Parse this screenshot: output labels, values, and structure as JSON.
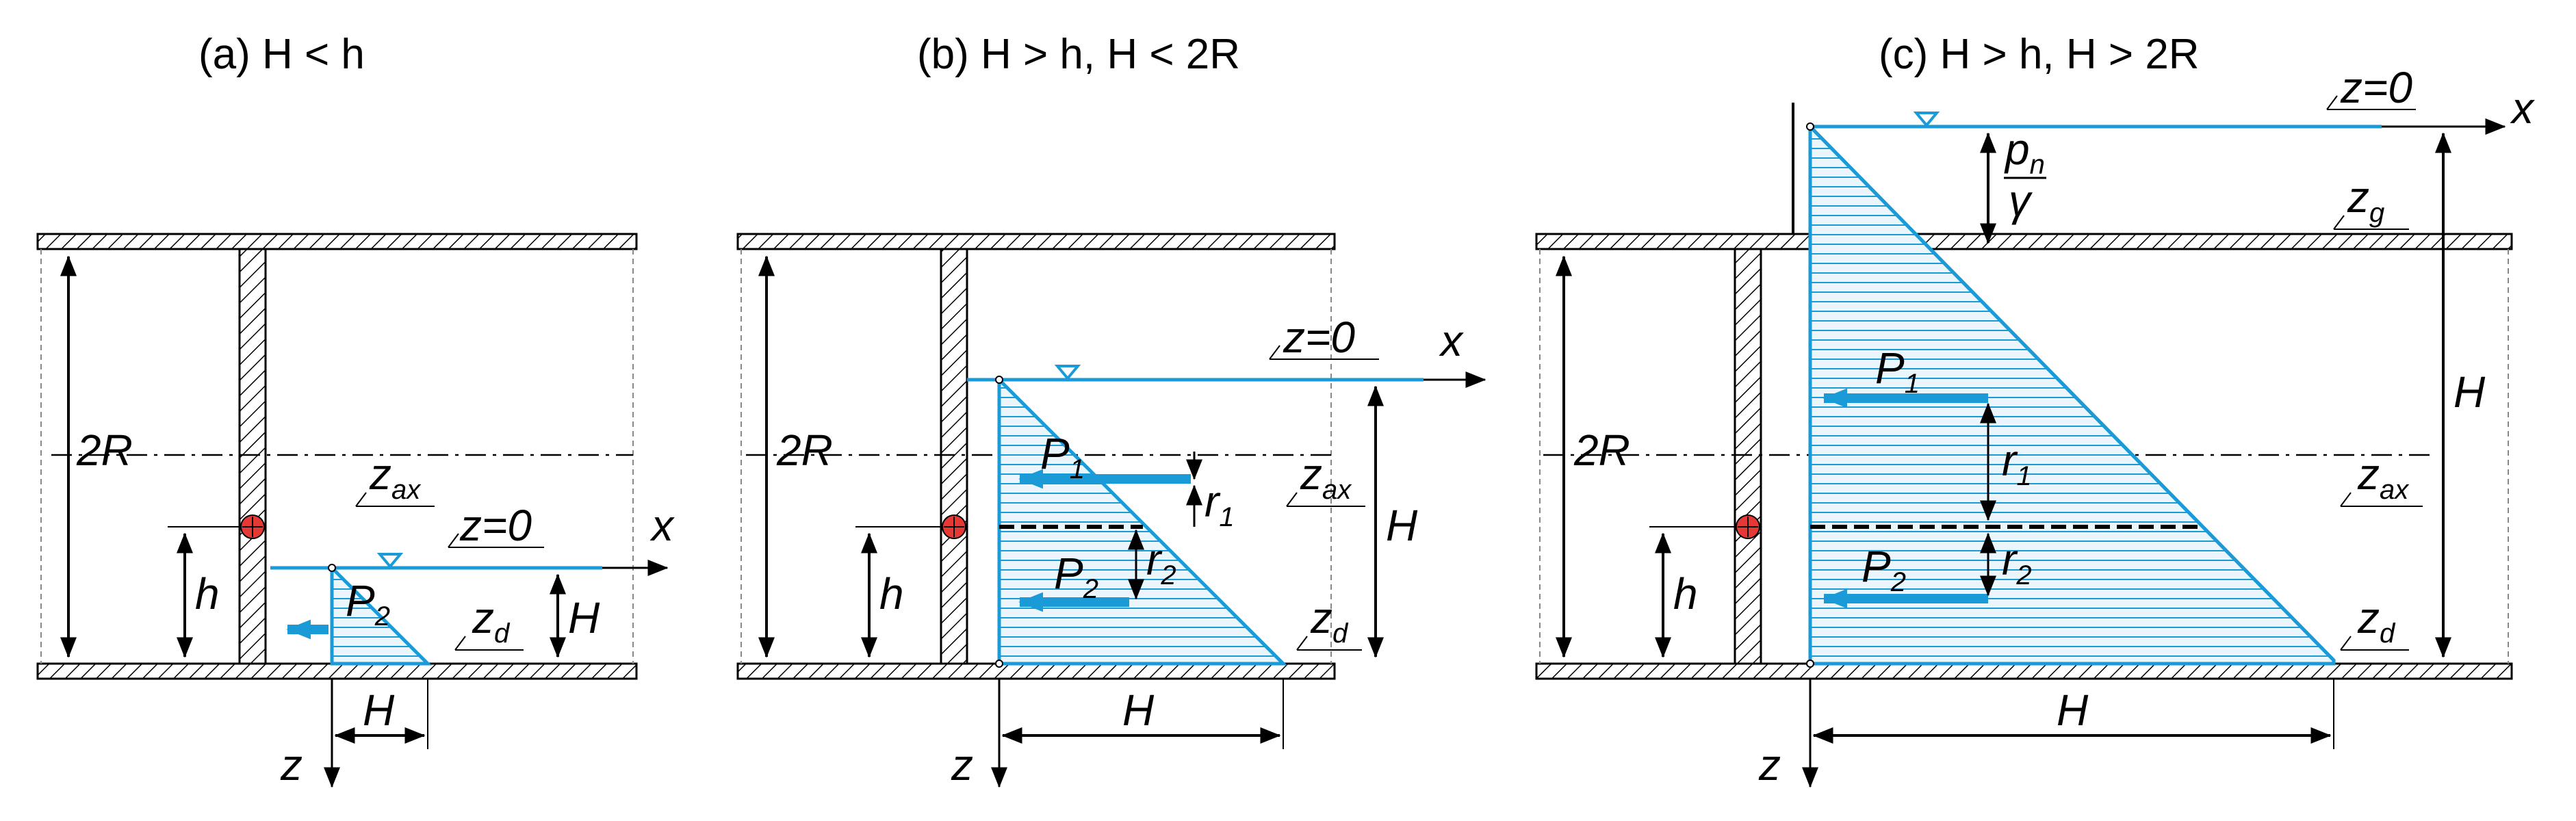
{
  "panels": [
    {
      "id": "a",
      "title": "(a)  H < h",
      "labels": {
        "diameter": "2R",
        "h": "h",
        "H_vertical": "H",
        "H_horizontal": "H",
        "P2": "P",
        "P2_sub": "2",
        "z_ax": "z",
        "z_ax_sub": "ax",
        "z0": "z=0",
        "z_d": "z",
        "z_d_sub": "d",
        "x_axis": "x",
        "z_axis": "z"
      }
    },
    {
      "id": "b",
      "title": "(b)  H > h,  H < 2R",
      "labels": {
        "diameter": "2R",
        "h": "h",
        "H_vertical": "H",
        "H_horizontal": "H",
        "P1": "P",
        "P1_sub": "1",
        "P2": "P",
        "P2_sub": "2",
        "r1": "r",
        "r1_sub": "1",
        "r2": "r",
        "r2_sub": "2",
        "z_ax": "z",
        "z_ax_sub": "ax",
        "z0": "z=0",
        "z_d": "z",
        "z_d_sub": "d",
        "x_axis": "x",
        "z_axis": "z"
      }
    },
    {
      "id": "c",
      "title": "(c)  H > h,  H > 2R",
      "labels": {
        "diameter": "2R",
        "h": "h",
        "H_vertical": "H",
        "H_horizontal": "H",
        "P1": "P",
        "P1_sub": "1",
        "P2": "P",
        "P2_sub": "2",
        "r1": "r",
        "r1_sub": "1",
        "r2": "r",
        "r2_sub": "2",
        "z_ax": "z",
        "z_ax_sub": "ax",
        "z0": "z=0",
        "z_d": "z",
        "z_d_sub": "d",
        "z_g": "z",
        "z_g_sub": "g",
        "pn": "p",
        "pn_sub": "n",
        "gamma": "γ",
        "x_axis": "x",
        "z_axis": "z"
      }
    }
  ],
  "colors": {
    "water": "#1a9ad7",
    "hatch_fill": "#e8f4fb",
    "lines": "#000000",
    "pivot": "#e53935"
  }
}
